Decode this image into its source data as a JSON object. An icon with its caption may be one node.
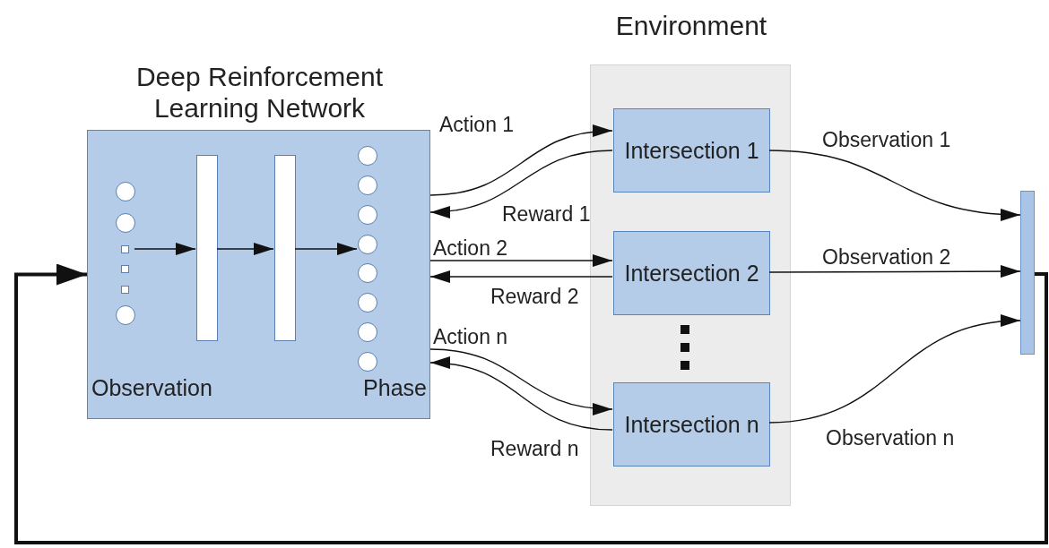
{
  "diagram": {
    "nodes": [
      {
        "text": [
          "Deep Reinforcement Learning Network",
          "Observation",
          "Phase"
        ]
      },
      {
        "text": [],
        "shape": "circle",
        "in": 0
      },
      {
        "text": [],
        "shape": "bar",
        "in": 0
      },
      {
        "text": [],
        "shape": "bar",
        "in": 0
      },
      {
        "text": [],
        "shape": "circle",
        "in": 0
      },
      {
        "text": [
          "Environment"
        ]
      },
      {
        "text": [
          "Intersection 1"
        ],
        "in": 5
      },
      {
        "text": [
          "Intersection 2"
        ],
        "in": 5
      },
      {
        "text": [
          "Intersection n"
        ],
        "in": 5
      },
      {
        "text": [],
        "shape": "bar"
      }
    ],
    "edges": [
      {
        "from": 1,
        "to": 2,
        "arrow": "to"
      },
      {
        "from": 2,
        "to": 3,
        "arrow": "to"
      },
      {
        "from": 3,
        "to": 4,
        "arrow": "to"
      },
      {
        "from": 0,
        "to": 6,
        "arrow": "to",
        "label": "Action 1"
      },
      {
        "from": 6,
        "to": 0,
        "arrow": "to",
        "label": "Reward 1"
      },
      {
        "from": 0,
        "to": 7,
        "arrow": "to",
        "label": "Action 2"
      },
      {
        "from": 7,
        "to": 0,
        "arrow": "to",
        "label": "Reward 2"
      },
      {
        "from": 0,
        "to": 8,
        "arrow": "to",
        "label": "Action n"
      },
      {
        "from": 8,
        "to": 0,
        "arrow": "to",
        "label": "Reward n"
      },
      {
        "from": 6,
        "to": 9,
        "arrow": "to",
        "label": "Observation 1"
      },
      {
        "from": 7,
        "to": 9,
        "arrow": "to",
        "label": "Observation 2"
      },
      {
        "from": 8,
        "to": 9,
        "arrow": "to",
        "label": "Observation n"
      },
      {
        "from": 9,
        "to": 0,
        "arrow": "to",
        "style": "thick"
      }
    ]
  }
}
